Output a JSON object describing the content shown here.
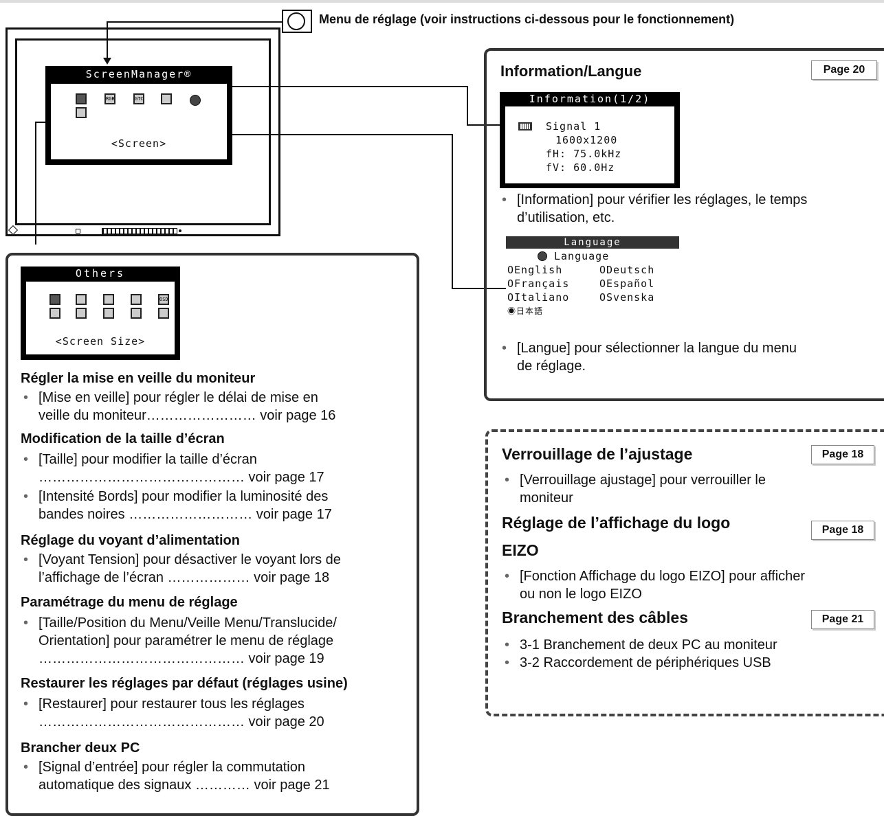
{
  "menu_label": "Menu de réglage (voir instructions ci-dessous pour le fonctionnement)",
  "screen_manager": {
    "title": "ScreenManager®",
    "caption": "<Screen>",
    "icons": [
      "screen-icon",
      "rgb-icon",
      "gtc-icon",
      "info-icon",
      "globe-icon",
      "others-icon"
    ],
    "icon_labels": [
      "",
      "RGB",
      "GTC",
      ""
    ]
  },
  "info_panel": {
    "heading": "Information/Langue",
    "page": "Page 20",
    "info_screen": {
      "title": "Information(1/2)",
      "lines": [
        "Signal 1",
        "1600x1200",
        "fH: 75.0kHz",
        "fV: 60.0Hz"
      ]
    },
    "info_text": [
      "[Information] pour vérifier les réglages, le temps",
      "d’utilisation, etc."
    ],
    "lang_screen": {
      "title": "Language",
      "subtitle": "Language",
      "options": [
        [
          "OEnglish",
          "ODeutsch"
        ],
        [
          "OFrançais",
          "OEspañol"
        ],
        [
          "OItaliano",
          "OSvenska"
        ]
      ],
      "selected": "◉日本語"
    },
    "lang_text": [
      "[Langue] pour sélectionner la langue du menu",
      "de réglage."
    ]
  },
  "others": {
    "screen": {
      "title": "Others",
      "caption": "<Screen Size>",
      "icon_label": "OSD"
    },
    "sections": [
      {
        "heading": "Régler la mise en veille du moniteur",
        "items": [
          [
            "[Mise en veille] pour régler le délai de mise en",
            "veille du moniteur…………………… voir page 16"
          ]
        ]
      },
      {
        "heading": "Modification de la taille d’écran",
        "items": [
          [
            "[Taille] pour modifier la taille d’écran",
            "……………………………………… voir page 17"
          ],
          [
            "[Intensité Bords] pour modifier la luminosité des",
            "bandes noires ……………………… voir page 17"
          ]
        ]
      },
      {
        "heading": "Réglage du voyant d’alimentation",
        "items": [
          [
            "[Voyant Tension] pour désactiver le voyant lors de",
            "l’affichage de l’écran  ……………… voir page 18"
          ]
        ]
      },
      {
        "heading": "Paramétrage du menu de réglage",
        "items": [
          [
            "[Taille/Position du Menu/Veille Menu/Translucide/",
            "Orientation] pour paramétrer le menu de réglage",
            "……………………………………… voir page 19"
          ]
        ]
      },
      {
        "heading": "Restaurer les réglages par défaut (réglages usine)",
        "items": [
          [
            "[Restaurer] pour restaurer tous les réglages",
            "……………………………………… voir page 20"
          ]
        ]
      },
      {
        "heading": "Brancher deux PC",
        "items": [
          [
            "[Signal d’entrée] pour régler la commutation",
            "automatique des signaux  ………… voir page 21"
          ]
        ]
      }
    ]
  },
  "dashed": {
    "sections": [
      {
        "heading": "Verrouillage de l’ajustage",
        "page": "Page 18",
        "items": [
          [
            "[Verrouillage ajustage] pour verrouiller le",
            "moniteur"
          ]
        ]
      },
      {
        "heading": "Réglage de l’affichage du logo",
        "heading2": "EIZO",
        "page": "Page 18",
        "items": [
          [
            "[Fonction Affichage du logo EIZO] pour afficher",
            "ou non le logo EIZO"
          ]
        ]
      },
      {
        "heading": "Branchement des câbles",
        "page": "Page 21",
        "items": [
          [
            "3-1 Branchement de deux PC au moniteur"
          ],
          [
            "3-2 Raccordement de périphériques USB"
          ]
        ]
      }
    ]
  }
}
